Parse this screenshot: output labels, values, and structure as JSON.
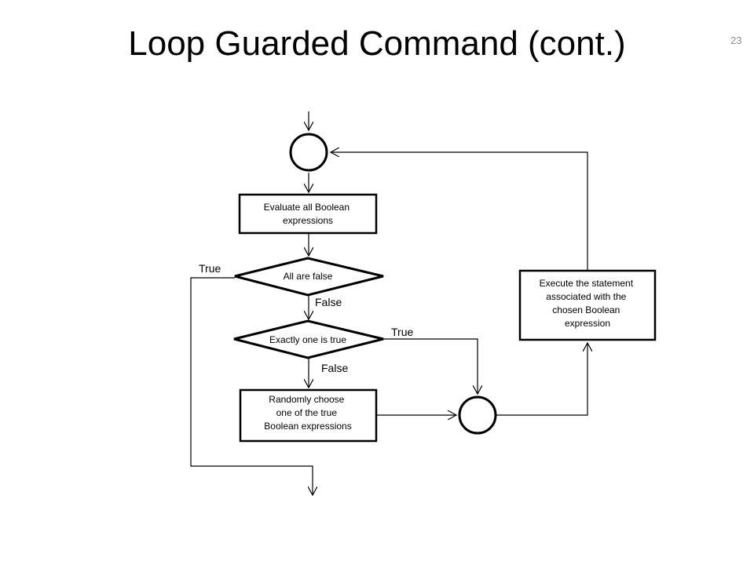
{
  "slide": {
    "title": "Loop Guarded Command (cont.)",
    "number": "23"
  },
  "diagram": {
    "nodes": {
      "evaluate": [
        "Evaluate all Boolean",
        "expressions"
      ],
      "all_false": "All are false",
      "exactly_one": "Exactly one is true",
      "random_choose": [
        "Randomly choose",
        "one of the true",
        "Boolean expressions"
      ],
      "execute": [
        "Execute the statement",
        "associated with the",
        "chosen Boolean",
        "expression"
      ]
    },
    "edge_labels": {
      "all_false_true": "True",
      "all_false_false": "False",
      "exactly_one_true": "True",
      "exactly_one_false": "False"
    }
  }
}
